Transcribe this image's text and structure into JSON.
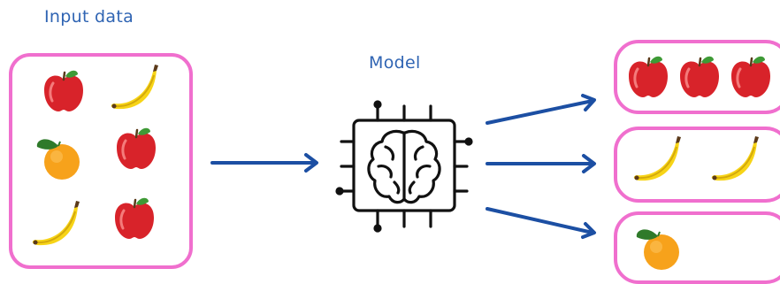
{
  "labels": {
    "input": "Input data",
    "model": "Model"
  },
  "colors": {
    "box_border": "#f06fce",
    "arrow": "#1c4fa3",
    "label": "#2f64b3",
    "icon_stroke": "#111111"
  },
  "input_items": [
    "apple",
    "banana",
    "orange",
    "apple",
    "banana",
    "apple"
  ],
  "output_groups": [
    {
      "fruit": "apple",
      "count": 3
    },
    {
      "fruit": "banana",
      "count": 2
    },
    {
      "fruit": "orange",
      "count": 1
    }
  ]
}
